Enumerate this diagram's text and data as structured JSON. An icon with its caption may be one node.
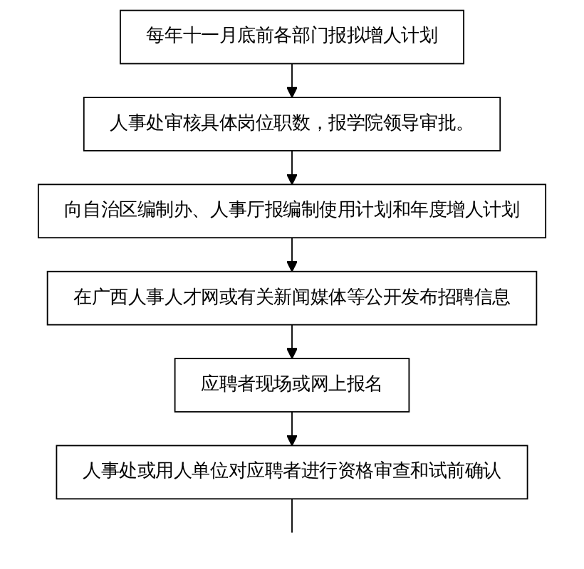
{
  "diagram": {
    "nodes": [
      {
        "text": [
          "每年十一月底前各部门报拟增人计划"
        ]
      },
      {
        "text": [
          "人事处审核具体岗位职数，报学院领导审批。"
        ]
      },
      {
        "text": [
          "向自治区编制办、人事厅报编制使用计划和年度增人计划"
        ]
      },
      {
        "text": [
          "在广西人事人才网或有关新闻媒体等公开发布招聘信息"
        ]
      },
      {
        "text": [
          "应聘者现场或网上报名"
        ]
      },
      {
        "text": [
          "人事处或用人单位对应聘者进行资格审查和试前确认"
        ]
      }
    ],
    "edges": [
      {
        "from": 0,
        "to": 1,
        "arrow": "to"
      },
      {
        "from": 1,
        "to": 2,
        "arrow": "to"
      },
      {
        "from": 2,
        "to": 3,
        "arrow": "to"
      },
      {
        "from": 3,
        "to": 4,
        "arrow": "to"
      },
      {
        "from": 4,
        "to": 5,
        "arrow": "to"
      },
      {
        "from": 5,
        "to": null,
        "arrow": "none"
      }
    ]
  }
}
